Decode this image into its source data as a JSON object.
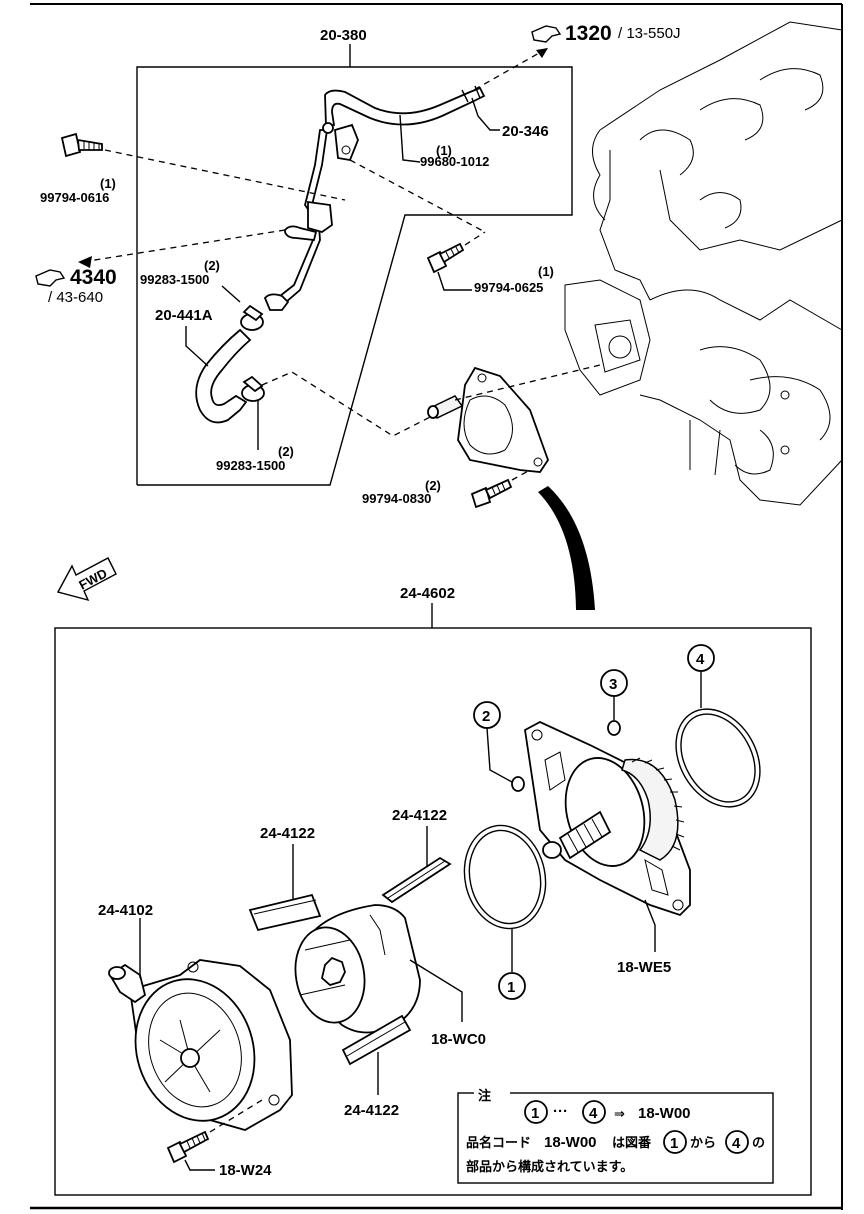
{
  "top_assembly": {
    "group_ref": "20-380",
    "ref_link_main": "1320",
    "ref_link_sub": "/ 13-550J",
    "ref_link2_main": "4340",
    "ref_link2_sub": "/ 43-640"
  },
  "callouts": {
    "hose_20_346": "20-346",
    "bolt_99680": "99680-1012",
    "bolt_99680_qty": "(1)",
    "bolt_99794_0616": "99794-0616",
    "bolt_99794_0616_qty": "(1)",
    "clamp_top": "99283-1500",
    "clamp_top_qty": "(2)",
    "hose_20_441a": "20-441A",
    "clamp_bottom": "99283-1500",
    "clamp_bottom_qty": "(2)",
    "bolt_99794_0625": "99794-0625",
    "bolt_99794_0625_qty": "(1)",
    "bolt_99794_0830": "99794-0830",
    "bolt_99794_0830_qty": "(2)"
  },
  "direction": {
    "label": "FWD"
  },
  "pump_assembly": {
    "group_ref": "24-4602",
    "vane_top_left": "24-4122",
    "vane_top_right": "24-4122",
    "vane_bottom": "24-4122",
    "housing": "24-4102",
    "rotor": "18-WC0",
    "plate": "18-WE5",
    "bolt": "18-W24",
    "circle_1": "1",
    "circle_2": "2",
    "circle_3": "3",
    "circle_4": "4"
  },
  "note": {
    "title": "注",
    "kit_from": "1",
    "kit_dots": "···",
    "kit_to": "4",
    "kit_arrow": "⇒",
    "kit_code": "18-W00",
    "line1_a": "品名コード",
    "line1_code": "18-W00",
    "line1_b": "は図番",
    "line1_from": "1",
    "line1_c": "から",
    "line1_to": "4",
    "line1_d": "の",
    "line2": "部品から構成されています。"
  }
}
